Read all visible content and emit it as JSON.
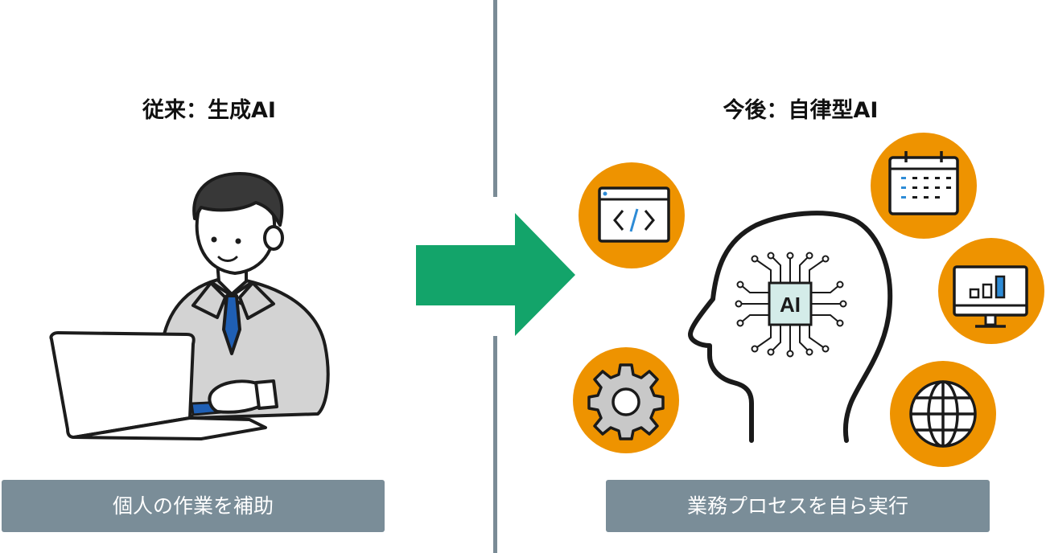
{
  "left": {
    "title": "従来：生成AI",
    "caption": "個人の作業を補助",
    "illustration": "person-at-laptop"
  },
  "right": {
    "title": "今後：自律型AI",
    "caption": "業務プロセスを自ら実行",
    "chip_label": "AI",
    "icons": [
      "code-window-icon",
      "calendar-icon",
      "bar-chart-monitor-icon",
      "gear-icon",
      "globe-icon"
    ]
  },
  "colors": {
    "divider": "#7a8b96",
    "caption_bg": "#7a8d98",
    "arrow": "#13a46a",
    "icon_circle": "#ee9300",
    "chip_fill": "#d4ece9",
    "tie": "#1f5fb4",
    "suit": "#d3d3d3",
    "hair": "#383838"
  }
}
